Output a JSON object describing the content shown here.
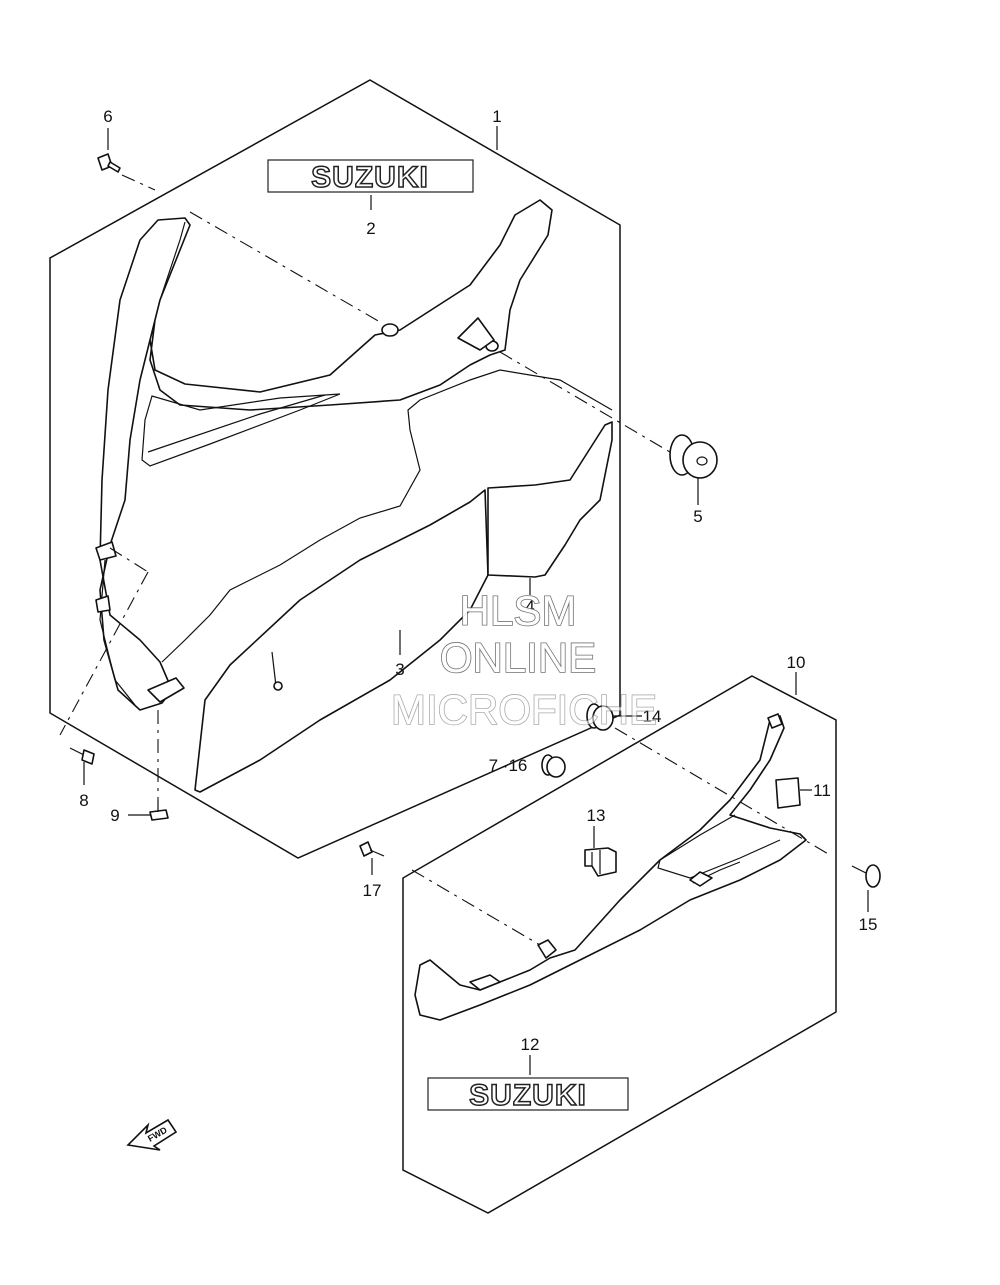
{
  "callouts": {
    "c1": "1",
    "c2": "2",
    "c3": "3",
    "c4": "4",
    "c5": "5",
    "c6": "6",
    "c8": "8",
    "c9": "9",
    "c10": "10",
    "c11": "11",
    "c12": "12",
    "c13": "13",
    "c14": "14",
    "c15": "15",
    "c16": "7 ·16",
    "c17": "17"
  },
  "emblems": {
    "upper": "SUZUKI",
    "lower": "SUZUKI"
  },
  "fwd_arrow": "FWD",
  "watermark": {
    "line1": "HLSM",
    "line2": "ONLINE",
    "line3": "MICROFICHE"
  }
}
